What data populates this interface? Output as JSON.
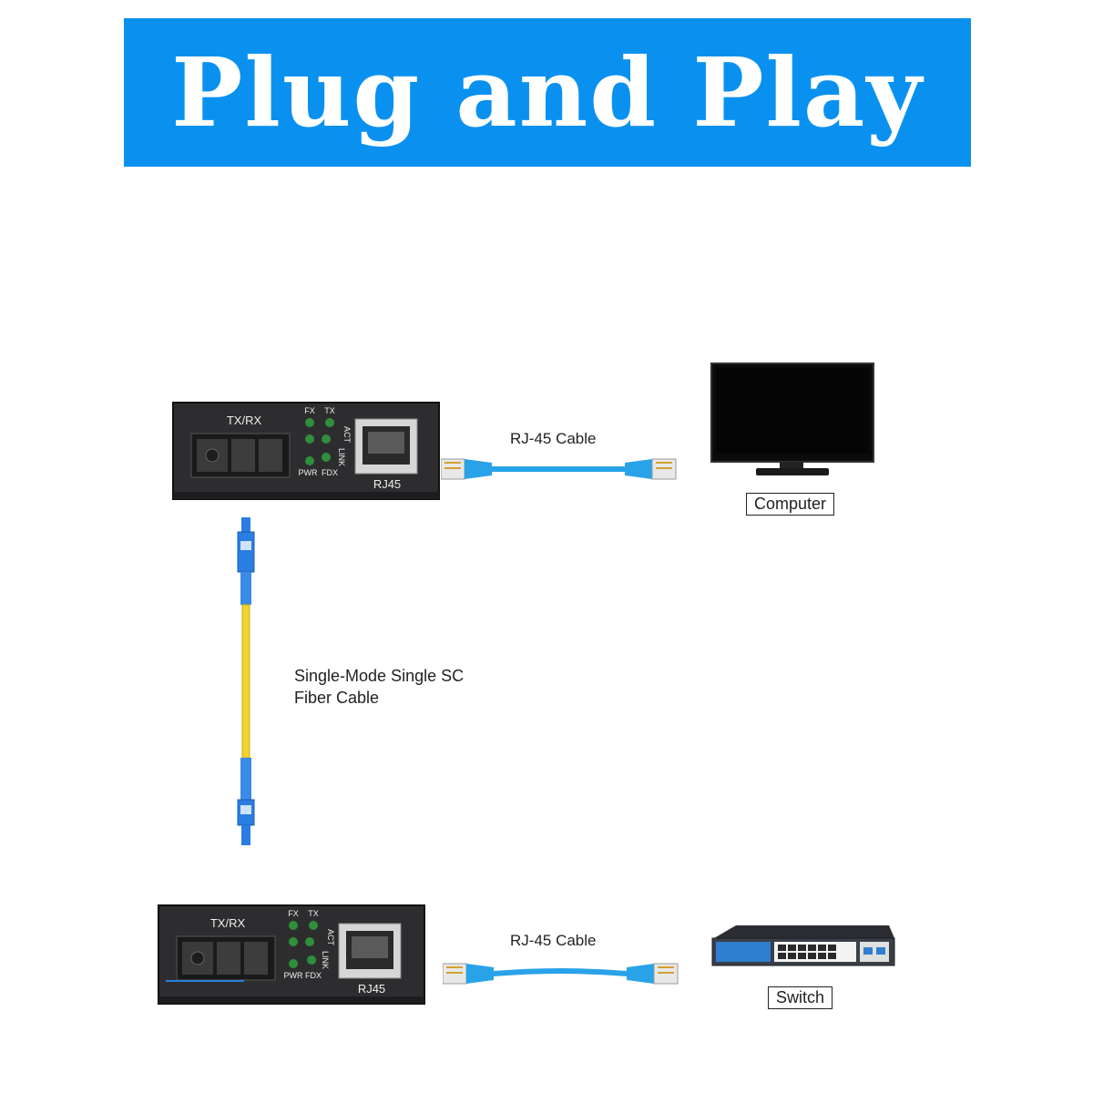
{
  "banner": {
    "title": "Plug and Play",
    "color": "#0a91f0"
  },
  "converter_top": {
    "port_label": "TX/RX",
    "rj45_label": "RJ45",
    "leds": {
      "fx": "FX",
      "tx": "TX",
      "act": "ACT",
      "link": "LINK",
      "pwr": "PWR",
      "fdx": "FDX"
    }
  },
  "converter_bottom": {
    "port_label": "TX/RX",
    "rj45_label": "RJ45",
    "leds": {
      "fx": "FX",
      "tx": "TX",
      "act": "ACT",
      "link": "LINK",
      "pwr": "PWR",
      "fdx": "FDX"
    }
  },
  "cable_top": {
    "label": "RJ-45 Cable",
    "color": "#29a3e8"
  },
  "cable_bottom": {
    "label": "RJ-45 Cable",
    "color": "#29a3e8"
  },
  "fiber": {
    "label_line1": "Single-Mode Single SC",
    "label_line2": "Fiber Cable",
    "color": "#f2d430",
    "connector_color": "#2a7de1"
  },
  "computer": {
    "label": "Computer"
  },
  "switch": {
    "label": "Switch"
  }
}
